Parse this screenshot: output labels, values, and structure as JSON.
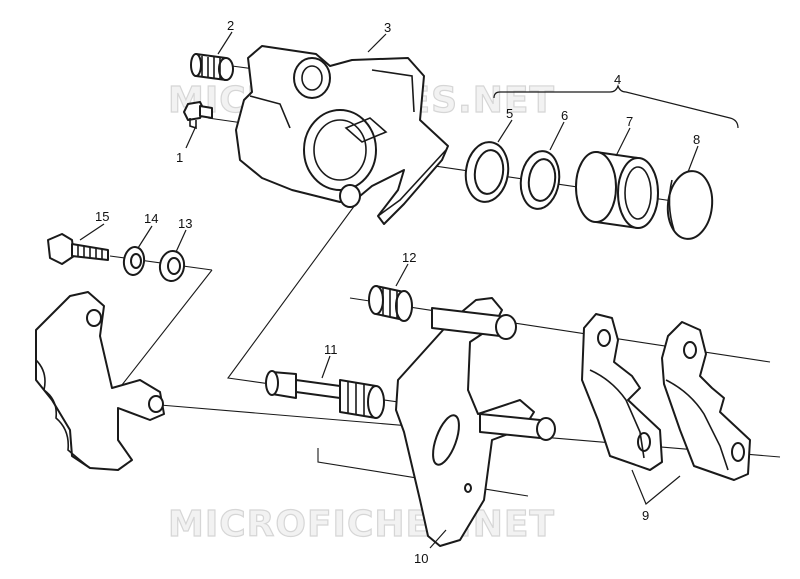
{
  "watermark": {
    "top_text": "MICROFICHES.NET",
    "bottom_text": "MICROFICHES.NET"
  },
  "callouts": {
    "c1": "1",
    "c2": "2",
    "c3": "3",
    "c4": "4",
    "c5": "5",
    "c6": "6",
    "c7": "7",
    "c8": "8",
    "c9": "9",
    "c10": "10",
    "c11": "11",
    "c12": "12",
    "c13": "13",
    "c14": "14",
    "c15": "15"
  },
  "colors": {
    "ink": "#1a1a1a",
    "paper": "#ffffff",
    "watermark": "#d6d6d6"
  }
}
